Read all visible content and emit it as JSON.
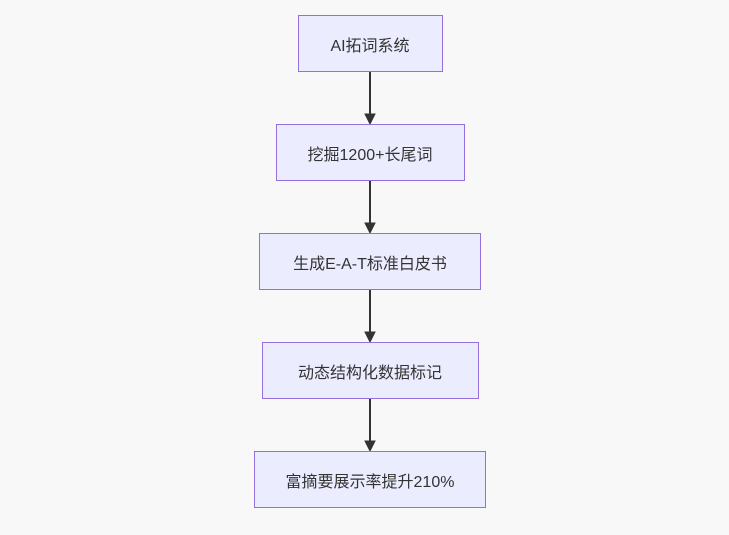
{
  "diagram": {
    "type": "flowchart",
    "direction": "top-down",
    "background_color": "#f8f8f8",
    "node_style": {
      "fill_color": "#ECECFF",
      "border_color": "#9370DB",
      "text_color": "#333333"
    },
    "arrow_color": "#333333",
    "nodes": [
      {
        "id": "node-1",
        "label": "AI拓词系统"
      },
      {
        "id": "node-2",
        "label": "挖掘1200+长尾词"
      },
      {
        "id": "node-3",
        "label": "生成E-A-T标准白皮书"
      },
      {
        "id": "node-4",
        "label": "动态结构化数据标记"
      },
      {
        "id": "node-5",
        "label": "富摘要展示率提升210%"
      }
    ],
    "edges": [
      {
        "from": "node-1",
        "to": "node-2",
        "style": "arrow-down"
      },
      {
        "from": "node-2",
        "to": "node-3",
        "style": "arrow-down"
      },
      {
        "from": "node-3",
        "to": "node-4",
        "style": "arrow-down"
      },
      {
        "from": "node-4",
        "to": "node-5",
        "style": "arrow-down"
      }
    ]
  }
}
